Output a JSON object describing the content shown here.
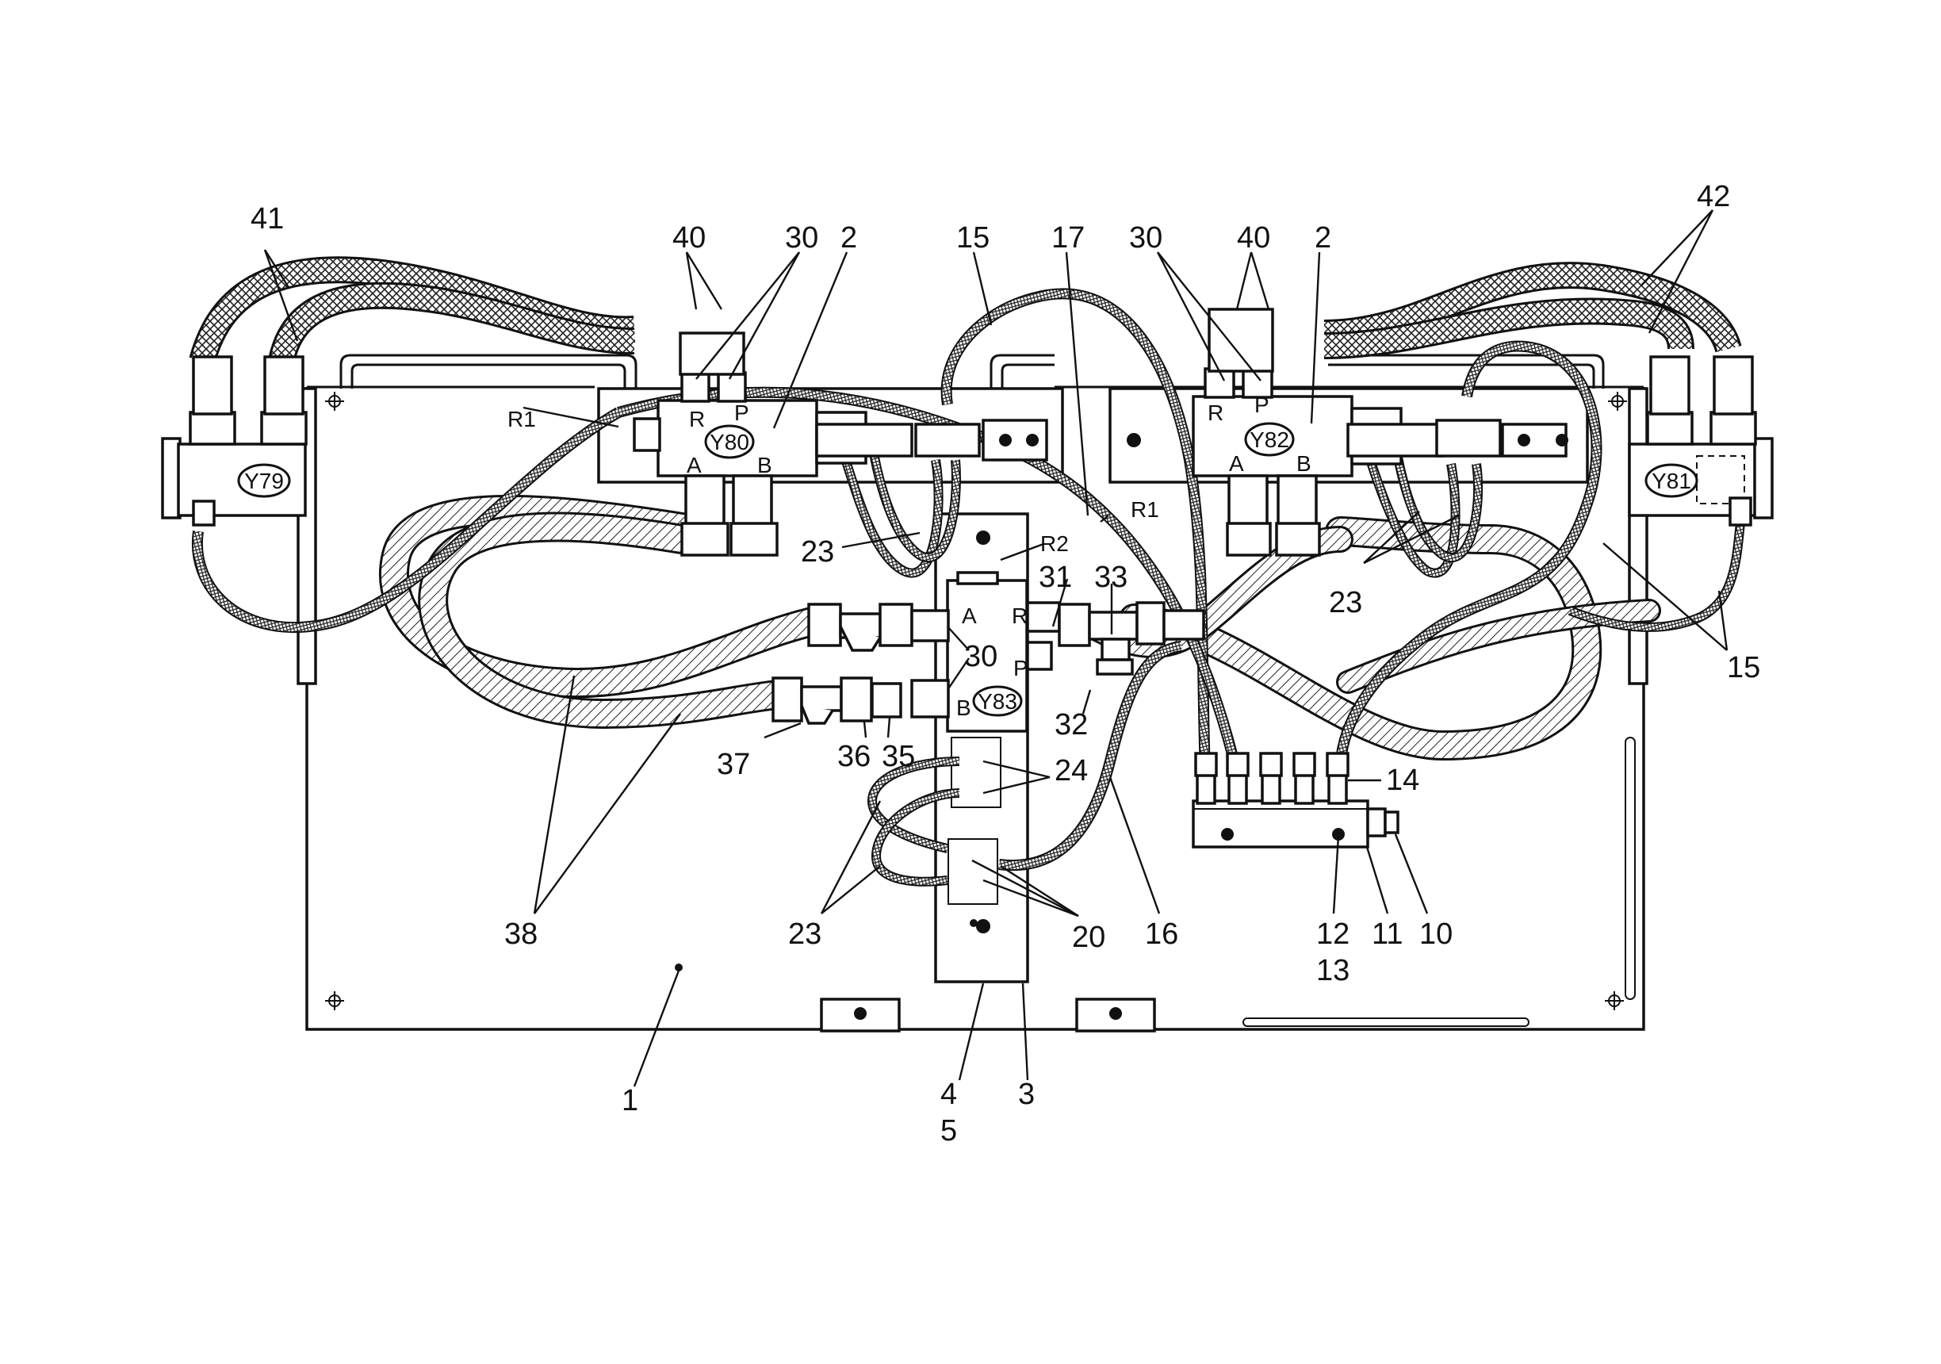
{
  "diagram": {
    "component_labels": {
      "y79": "Y79",
      "y80": "Y80",
      "y81": "Y81",
      "y82": "Y82",
      "y83": "Y83",
      "r1_left": "R1",
      "r1_right": "R1",
      "r2": "R2"
    },
    "port_labels": {
      "left_r": "R",
      "left_p": "P",
      "left_a": "A",
      "left_b": "B",
      "right_r": "R",
      "right_p": "P",
      "right_a": "A",
      "right_b": "B",
      "center_a": "A",
      "center_r": "R",
      "center_p": "P",
      "center_b": "B"
    },
    "callouts": [
      {
        "id": "c41",
        "text": "41"
      },
      {
        "id": "c40a",
        "text": "40"
      },
      {
        "id": "c30a",
        "text": "30"
      },
      {
        "id": "c2a",
        "text": "2"
      },
      {
        "id": "c15a",
        "text": "15"
      },
      {
        "id": "c17",
        "text": "17"
      },
      {
        "id": "c30b",
        "text": "30"
      },
      {
        "id": "c40b",
        "text": "40"
      },
      {
        "id": "c2b",
        "text": "2"
      },
      {
        "id": "c42",
        "text": "42"
      },
      {
        "id": "c23a",
        "text": "23"
      },
      {
        "id": "c31",
        "text": "31"
      },
      {
        "id": "c33",
        "text": "33"
      },
      {
        "id": "c23b",
        "text": "23"
      },
      {
        "id": "c15b",
        "text": "15"
      },
      {
        "id": "c30c",
        "text": "30"
      },
      {
        "id": "c32",
        "text": "32"
      },
      {
        "id": "c37",
        "text": "37"
      },
      {
        "id": "c36",
        "text": "36"
      },
      {
        "id": "c35",
        "text": "35"
      },
      {
        "id": "c24",
        "text": "24"
      },
      {
        "id": "c14",
        "text": "14"
      },
      {
        "id": "c38",
        "text": "38"
      },
      {
        "id": "c23c",
        "text": "23"
      },
      {
        "id": "c20",
        "text": "20"
      },
      {
        "id": "c16",
        "text": "16"
      },
      {
        "id": "c12",
        "text": "12"
      },
      {
        "id": "c13",
        "text": "13"
      },
      {
        "id": "c11",
        "text": "11"
      },
      {
        "id": "c10",
        "text": "10"
      },
      {
        "id": "c1",
        "text": "1"
      },
      {
        "id": "c4",
        "text": "4"
      },
      {
        "id": "c5",
        "text": "5"
      },
      {
        "id": "c3",
        "text": "3"
      }
    ]
  }
}
